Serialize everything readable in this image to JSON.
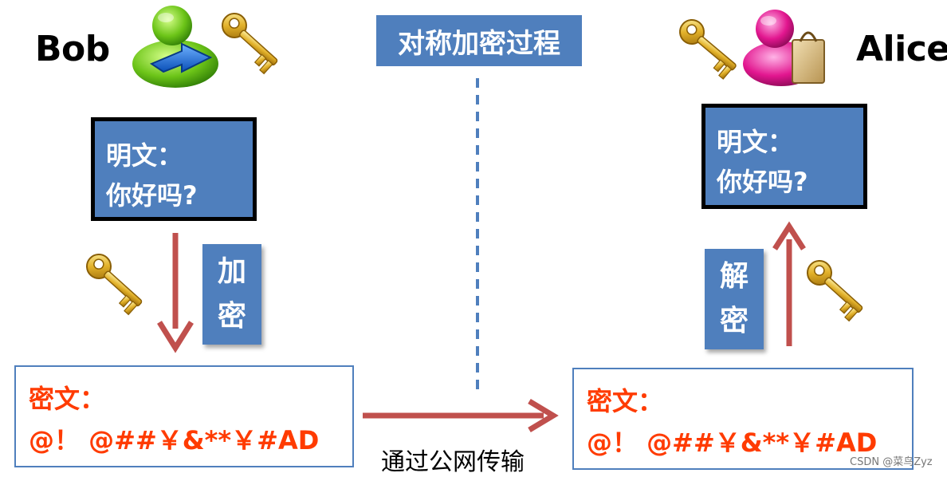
{
  "title": "对称加密过程",
  "sender": {
    "name": "Bob"
  },
  "receiver": {
    "name": "Alice"
  },
  "sender_plaintext": {
    "label": "明文：",
    "text": "你好吗?"
  },
  "receiver_plaintext": {
    "label": "明文：",
    "text": "你好吗?"
  },
  "sender_ciphertext": {
    "label": "密文：",
    "text": "@！ @##￥&**￥#AD"
  },
  "receiver_ciphertext": {
    "label": "密文：",
    "text": "@！ @##￥&**￥#AD"
  },
  "encrypt": {
    "char1": "加",
    "char2": "密"
  },
  "decrypt": {
    "char1": "解",
    "char2": "密"
  },
  "transmission": "通过公网传输",
  "watermark": "CSDN @菜鸟Zyz",
  "icons": {
    "sender_avatar": "green-user-with-arrow-icon",
    "receiver_avatar": "pink-user-with-bag-icon",
    "key": "golden-key-icon"
  },
  "colors": {
    "box_blue": "#4f7fbd",
    "arrow_red": "#c0504d",
    "cipher_text": "#ff3b00",
    "divider": "#4f7fbd"
  }
}
